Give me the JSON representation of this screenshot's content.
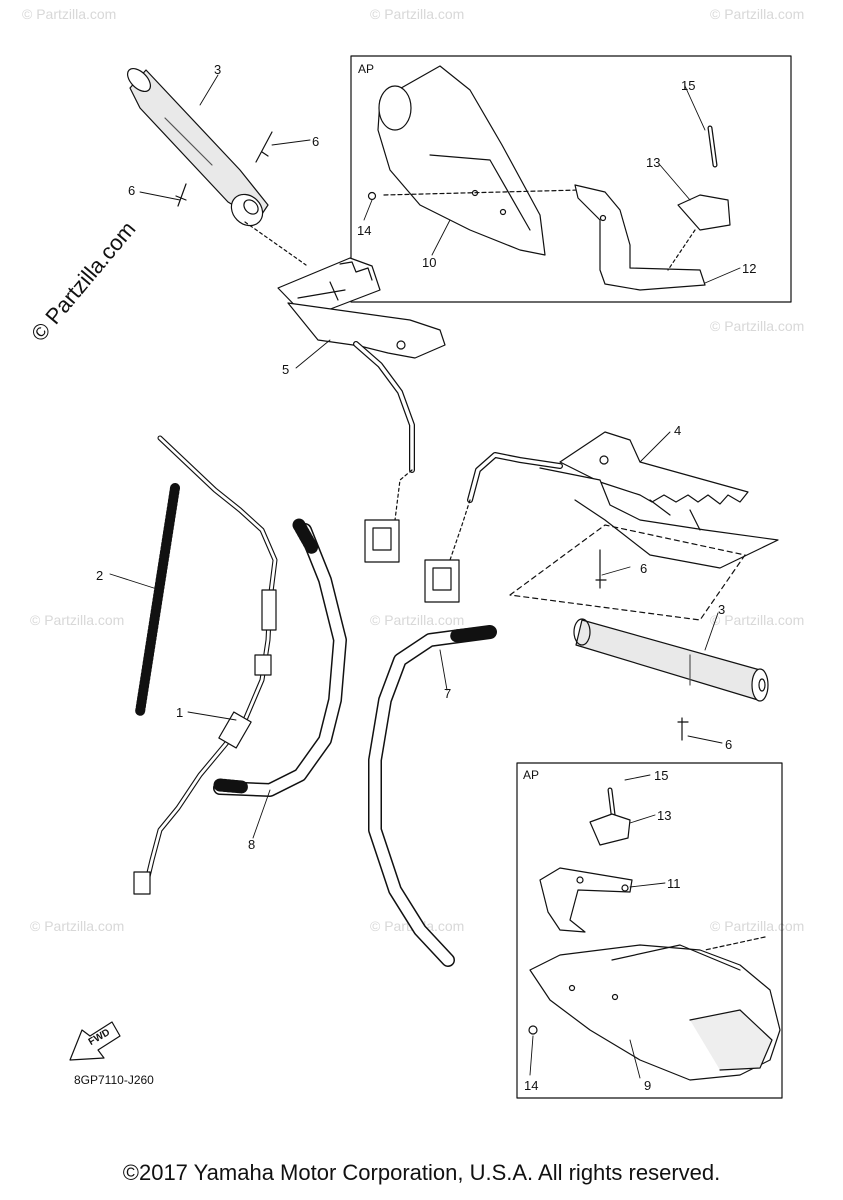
{
  "watermark_small": "© Partzilla.com",
  "watermark_big": "© Partzilla.com",
  "callouts": {
    "c1": "1",
    "c2": "2",
    "c3a": "3",
    "c3b": "3",
    "c4": "4",
    "c5": "5",
    "c6a": "6",
    "c6b": "6",
    "c6c": "6",
    "c6d": "6",
    "c7": "7",
    "c8": "8",
    "c9": "9",
    "c10": "10",
    "c11": "11",
    "c12": "12",
    "c13a": "13",
    "c13b": "13",
    "c14a": "14",
    "c14b": "14",
    "c15a": "15",
    "c15b": "15"
  },
  "boxes": {
    "ap_top": "AP",
    "ap_bottom": "AP"
  },
  "fwd": "FWD",
  "diagram_code": "8GP7110-J260",
  "copyright": "©2017 Yamaha Motor Corporation, U.S.A. All rights reserved."
}
